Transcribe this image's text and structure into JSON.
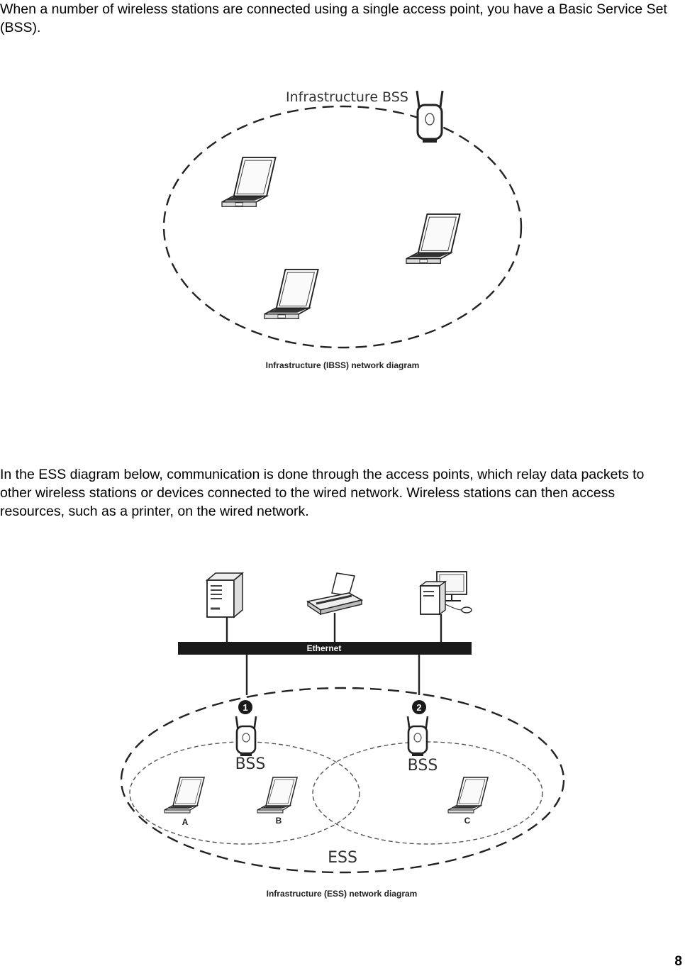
{
  "paragraphs": {
    "bss_intro": "When a number of wireless stations are connected using a single access point, you have a Basic Service Set (BSS).",
    "ess_intro": "In the ESS diagram below, communication is done through the access points, which relay data packets to other wireless stations or devices connected to the wired network. Wireless stations can then access resources, such as a printer, on the wired network."
  },
  "figure_bss": {
    "title": "Infrastructure BSS",
    "caption": "Infrastructure (IBSS) network diagram"
  },
  "figure_ess": {
    "bus_label": "Ethernet",
    "ap_numbers": [
      "1",
      "2"
    ],
    "bss_labels": [
      "BSS",
      "BSS"
    ],
    "ess_label": "ESS",
    "station_labels": [
      "A",
      "B",
      "C"
    ],
    "caption": "Infrastructure (ESS) network diagram"
  },
  "page_number": "8"
}
